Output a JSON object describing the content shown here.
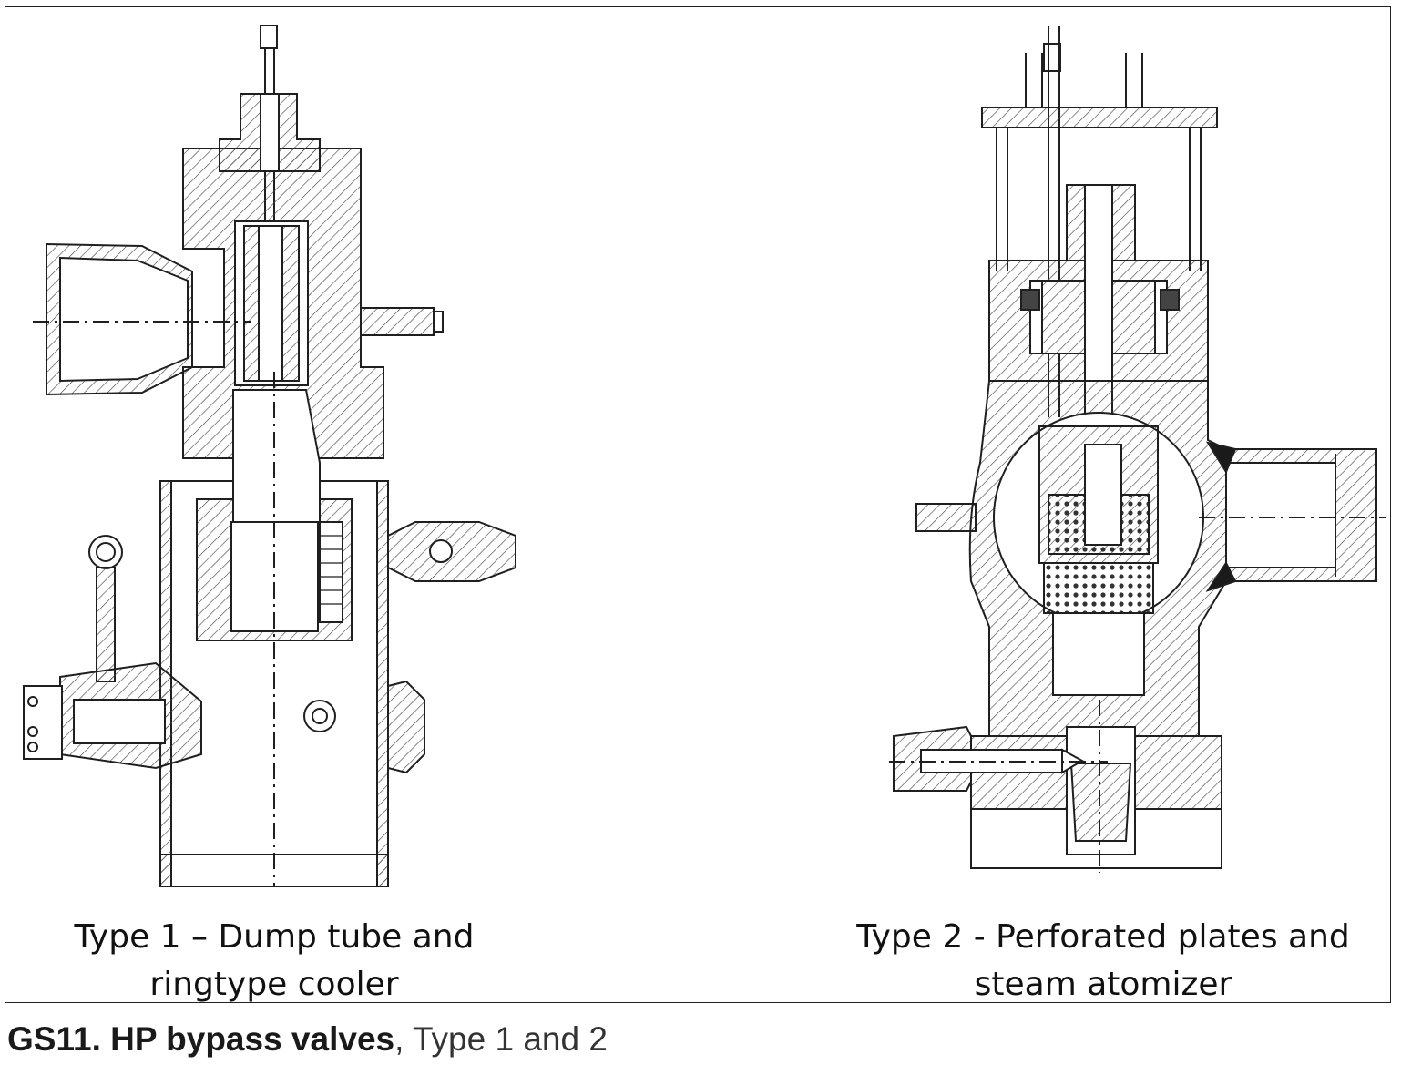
{
  "panels": [
    {
      "caption_line1": "Type 1 – Dump tube and",
      "caption_line2": "ringtype cooler"
    },
    {
      "caption_line1": "Type 2 - Perforated plates and",
      "caption_line2": "steam atomizer"
    }
  ],
  "figure_caption": {
    "label": "GS11. HP bypass valves",
    "rest": ", Type 1 and 2"
  },
  "colors": {
    "line": "#1f1f1f",
    "hatch": "#4a4a4a",
    "dark": "#1a1a1a"
  }
}
